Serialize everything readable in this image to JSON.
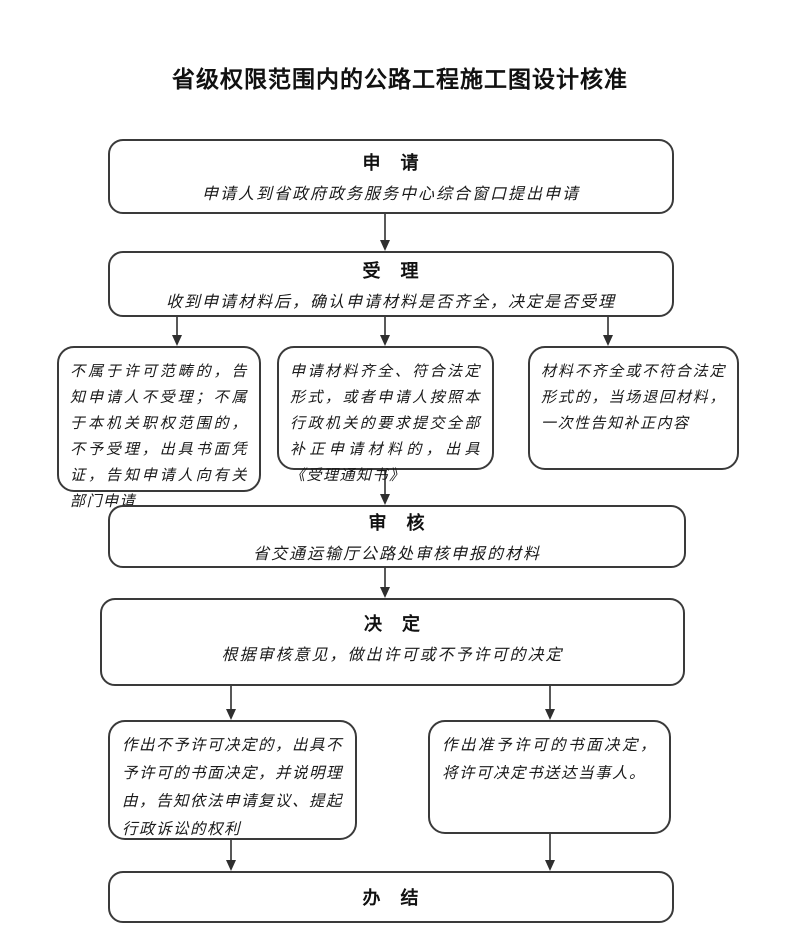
{
  "title": "省级权限范围内的公路工程施工图设计核准",
  "colors": {
    "ink": "#1a1a1a",
    "box_border": "#3a3a3a",
    "arrow": "#2f2f2f",
    "background": "#ffffff"
  },
  "nodes": {
    "apply": {
      "title": "申　请",
      "desc": "申请人到省政府政务服务中心综合窗口提出申请"
    },
    "accept": {
      "title": "受　理",
      "desc": "收到申请材料后，确认申请材料是否齐全，决定是否受理"
    },
    "not_accepted": {
      "text": "不属于许可范畴的，告知申请人不受理；不属于本机关职权范围的，不予受理，出具书面凭证，告知申请人向有关部门申请"
    },
    "accepted": {
      "text": "申请材料齐全、符合法定形式，或者申请人按照本行政机关的要求提交全部补正申请材料的，出具《受理通知书》"
    },
    "incomplete": {
      "text": "材料不齐全或不符合法定形式的，当场退回材料，一次性告知补正内容"
    },
    "review": {
      "title": "审　核",
      "desc": "省交通运输厅公路处审核申报的材料"
    },
    "decide": {
      "title": "决　定",
      "desc": "根据审核意见，做出许可或不予许可的决定"
    },
    "deny": {
      "text": "作出不予许可决定的，出具不予许可的书面决定，并说明理由，告知依法申请复议、提起行政诉讼的权利"
    },
    "grant": {
      "text": "作出准予许可的书面决定，将许可决定书送达当事人。"
    },
    "finish": {
      "title": "办　结"
    }
  }
}
